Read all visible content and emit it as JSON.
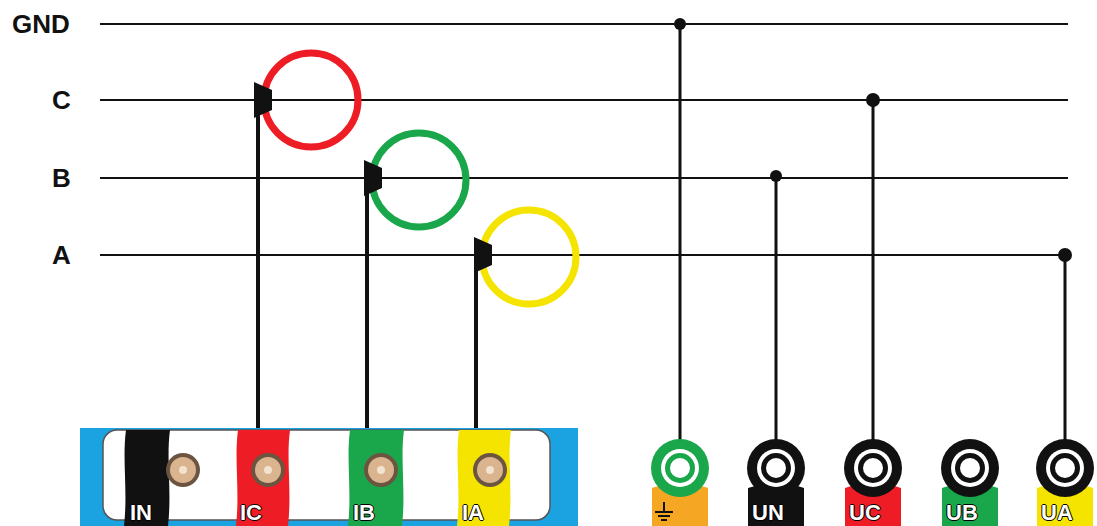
{
  "diagram": {
    "nodes": [
      {
        "text": [
          "IN"
        ]
      },
      {
        "text": [
          "IC"
        ]
      },
      {
        "text": [
          "IB"
        ]
      },
      {
        "text": [
          "IA"
        ]
      },
      {
        "text": [
          "UN"
        ]
      },
      {
        "text": [
          "UC"
        ]
      },
      {
        "text": [
          "UB"
        ]
      },
      {
        "text": [
          "UA"
        ]
      }
    ],
    "labels": [
      "GND",
      "C",
      "B",
      "A"
    ]
  }
}
